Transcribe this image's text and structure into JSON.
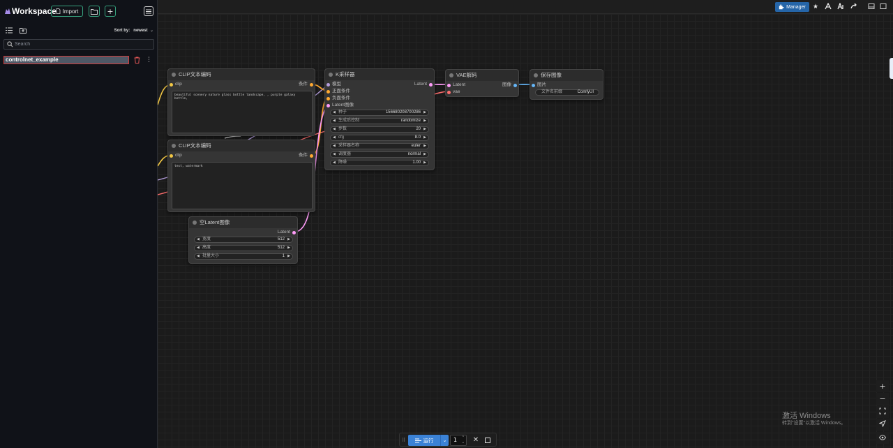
{
  "sidebar": {
    "title": "Workspace",
    "import_label": "Import",
    "sort_label": "Sort by:",
    "sort_value": "newest",
    "search_placeholder": "Search",
    "workflows": [
      {
        "name": "controlnet_example"
      }
    ]
  },
  "topbar": {
    "manager_label": "Manager"
  },
  "nodes": {
    "clip1": {
      "title": "CLIP文本编码",
      "input": "clip",
      "output": "条件",
      "text": "beautiful scenery nature glass bottle landscape, , purple galaxy bottle,"
    },
    "clip2": {
      "title": "CLIP文本编码",
      "input": "clip",
      "output": "条件",
      "text": "text, watermark"
    },
    "latent": {
      "title": "空Latent图像",
      "output": "Latent",
      "widgets": [
        {
          "label": "宽度",
          "value": "512"
        },
        {
          "label": "高度",
          "value": "512"
        },
        {
          "label": "批量大小",
          "value": "1"
        }
      ]
    },
    "ksampler": {
      "title": "K采样器",
      "inputs": [
        "模型",
        "正面条件",
        "负面条件",
        "Latent图像"
      ],
      "output": "Latent",
      "widgets": [
        {
          "label": "种子",
          "value": "156680208700286"
        },
        {
          "label": "生成后控制",
          "value": "randomize"
        },
        {
          "label": "步数",
          "value": "20"
        },
        {
          "label": "cfg",
          "value": "8.0"
        },
        {
          "label": "采样器名称",
          "value": "euler"
        },
        {
          "label": "调度器",
          "value": "normal"
        },
        {
          "label": "降噪",
          "value": "1.00"
        }
      ]
    },
    "vae": {
      "title": "VAE解码",
      "inputs": [
        "Latent",
        "vae"
      ],
      "output": "图像"
    },
    "save": {
      "title": "保存图像",
      "input": "图片",
      "widget_label": "文件名前缀",
      "widget_value": "ComfyUI"
    }
  },
  "runbar": {
    "run_label": "运行",
    "count": "1"
  },
  "watermark": {
    "line1": "激活 Windows",
    "line2": "转到\"设置\"以激活 Windows。"
  },
  "colors": {
    "clip_wire": "#f2c744",
    "conditioning_wire": "#ffa931",
    "latent_wire": "#ff9cf9",
    "vae_wire": "#ff6e6e",
    "image_wire": "#64b5f6",
    "model_wire": "#b39ddb",
    "accent_green": "#37a37f",
    "manager_blue": "#2565a8",
    "run_blue": "#3b82d6"
  }
}
